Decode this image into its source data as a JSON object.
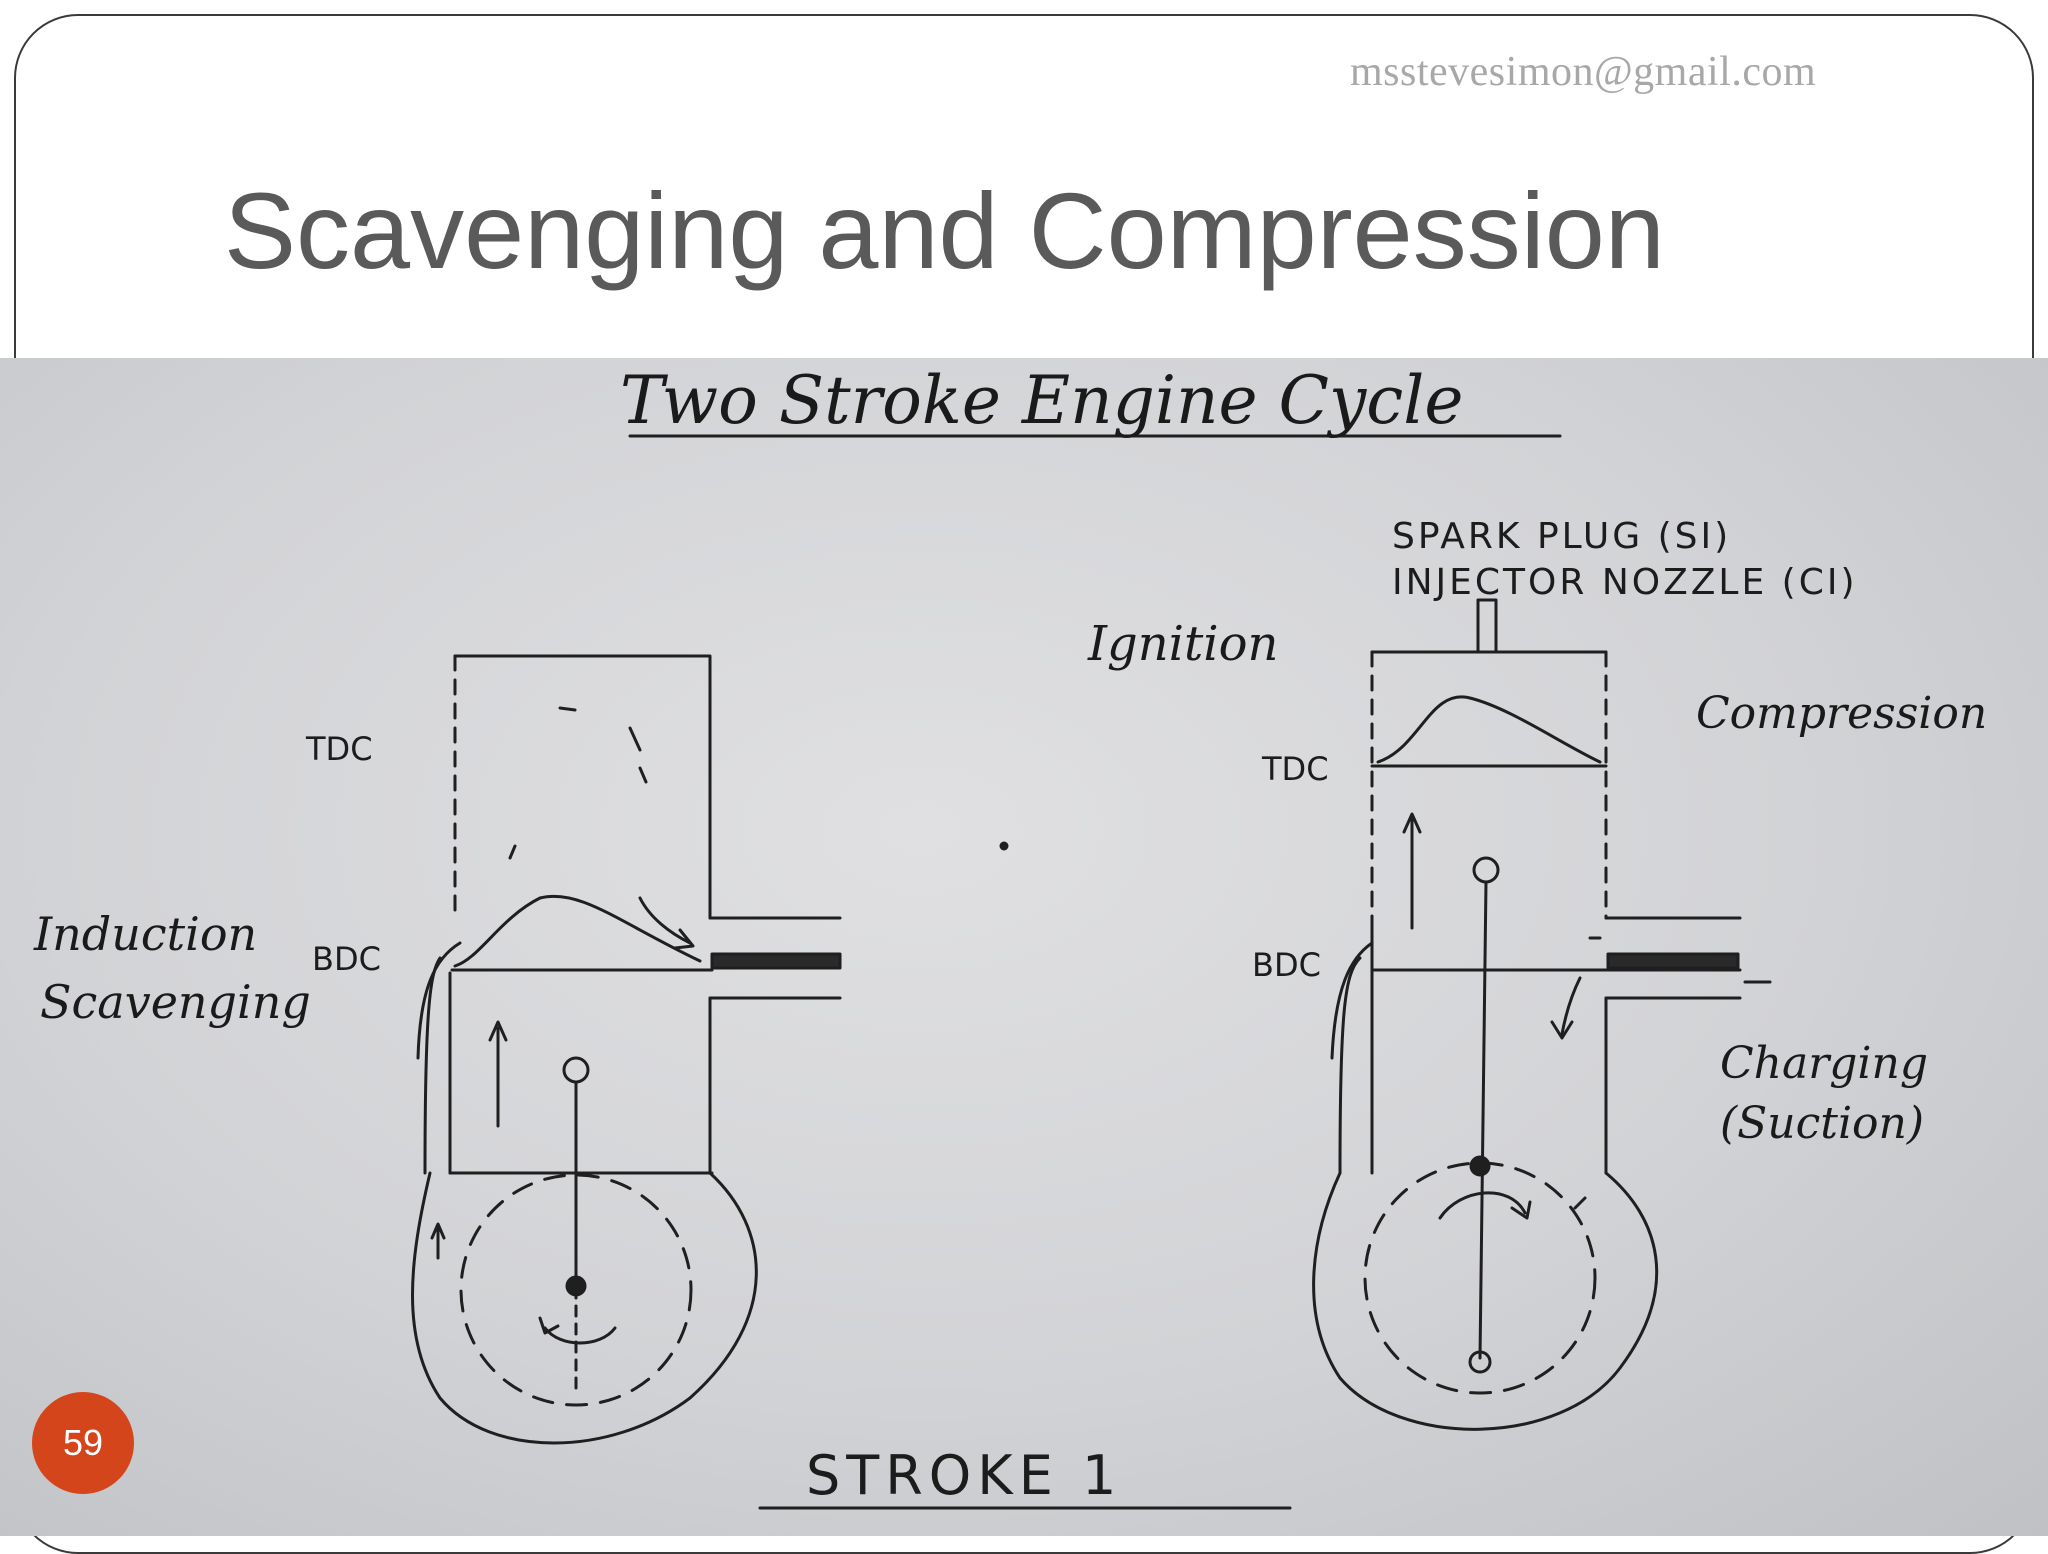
{
  "slide": {
    "email": "msstevesimon@gmail.com",
    "title": "Scavenging and Compression",
    "number": "59"
  },
  "diagram": {
    "heading": "Two Stroke Engine Cycle",
    "left": {
      "tdc": "TDC",
      "bdc": "BDC",
      "induction": "Induction",
      "scavenging": "Scavenging"
    },
    "right": {
      "spark_plug": "SPARK PLUG (SI)",
      "injector": "INJECTOR NOZZLE (CI)",
      "ignition": "Ignition",
      "compression": "Compression",
      "tdc": "TDC",
      "bdc": "BDC",
      "charging": "Charging",
      "suction": "(Suction)"
    },
    "footer": "STROKE 1"
  }
}
